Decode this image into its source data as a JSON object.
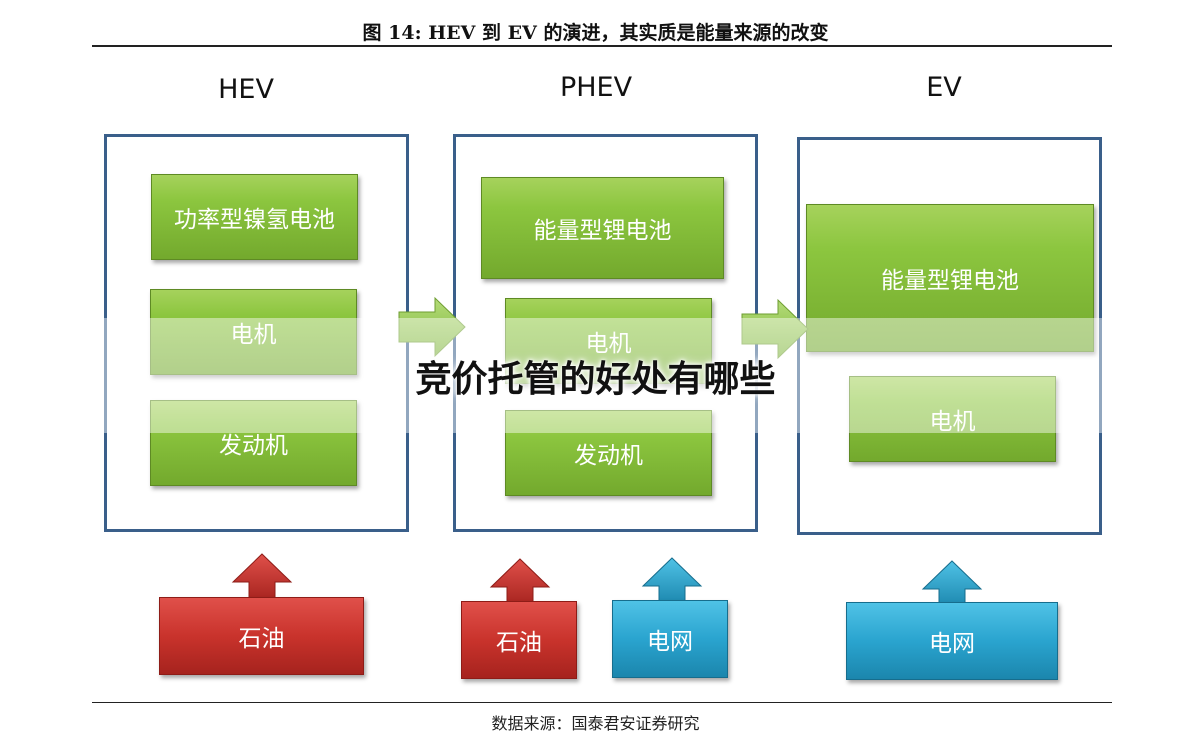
{
  "figure": {
    "title": "图 14: HEV 到 EV 的演进，其实质是能量来源的改变",
    "source": "数据来源：国泰君安证券研究"
  },
  "columns": [
    {
      "label": "HEV",
      "boxes": [
        "功率型镍氢电池",
        "电机",
        "发动机"
      ],
      "sources": [
        "石油"
      ]
    },
    {
      "label": "PHEV",
      "boxes": [
        "能量型锂电池",
        "电机",
        "发动机"
      ],
      "sources": [
        "石油",
        "电网"
      ]
    },
    {
      "label": "EV",
      "boxes": [
        "能量型锂电池",
        "电机"
      ],
      "sources": [
        "电网"
      ]
    }
  ],
  "colors": {
    "frame": "#3a5f8a",
    "green": "#8cc63f",
    "red": "#c9332c",
    "blue": "#2aa4cf"
  },
  "watermark": "竞价托管的好处有哪些"
}
